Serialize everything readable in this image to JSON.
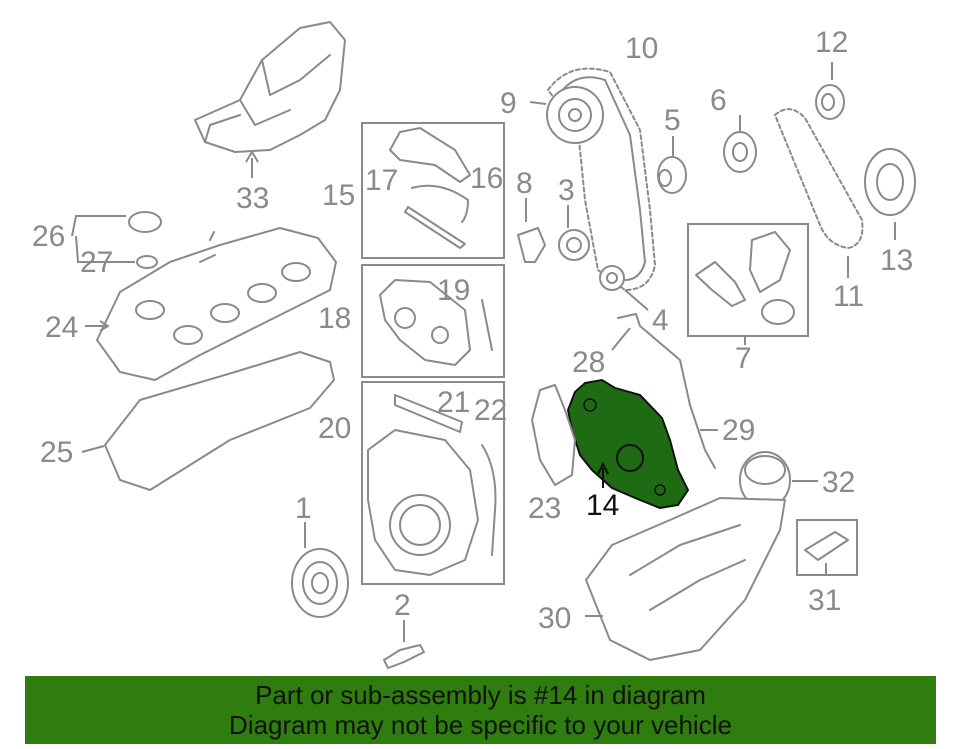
{
  "diagram": {
    "callouts": [
      "1",
      "2",
      "3",
      "4",
      "5",
      "6",
      "7",
      "8",
      "9",
      "10",
      "11",
      "12",
      "13",
      "14",
      "15",
      "16",
      "17",
      "18",
      "19",
      "20",
      "21",
      "22",
      "23",
      "24",
      "25",
      "26",
      "27",
      "28",
      "29",
      "30",
      "31",
      "32",
      "33"
    ],
    "highlighted_part": "14",
    "colors": {
      "line_art": "#8a8a8a",
      "highlight_fill": "#1e6b14",
      "banner_bg": "#2e7d0e",
      "text_dark": "#111111"
    }
  },
  "banner": {
    "line1": "Part or sub-assembly is #14 in diagram",
    "line2": "Diagram may not be specific to your vehicle"
  }
}
